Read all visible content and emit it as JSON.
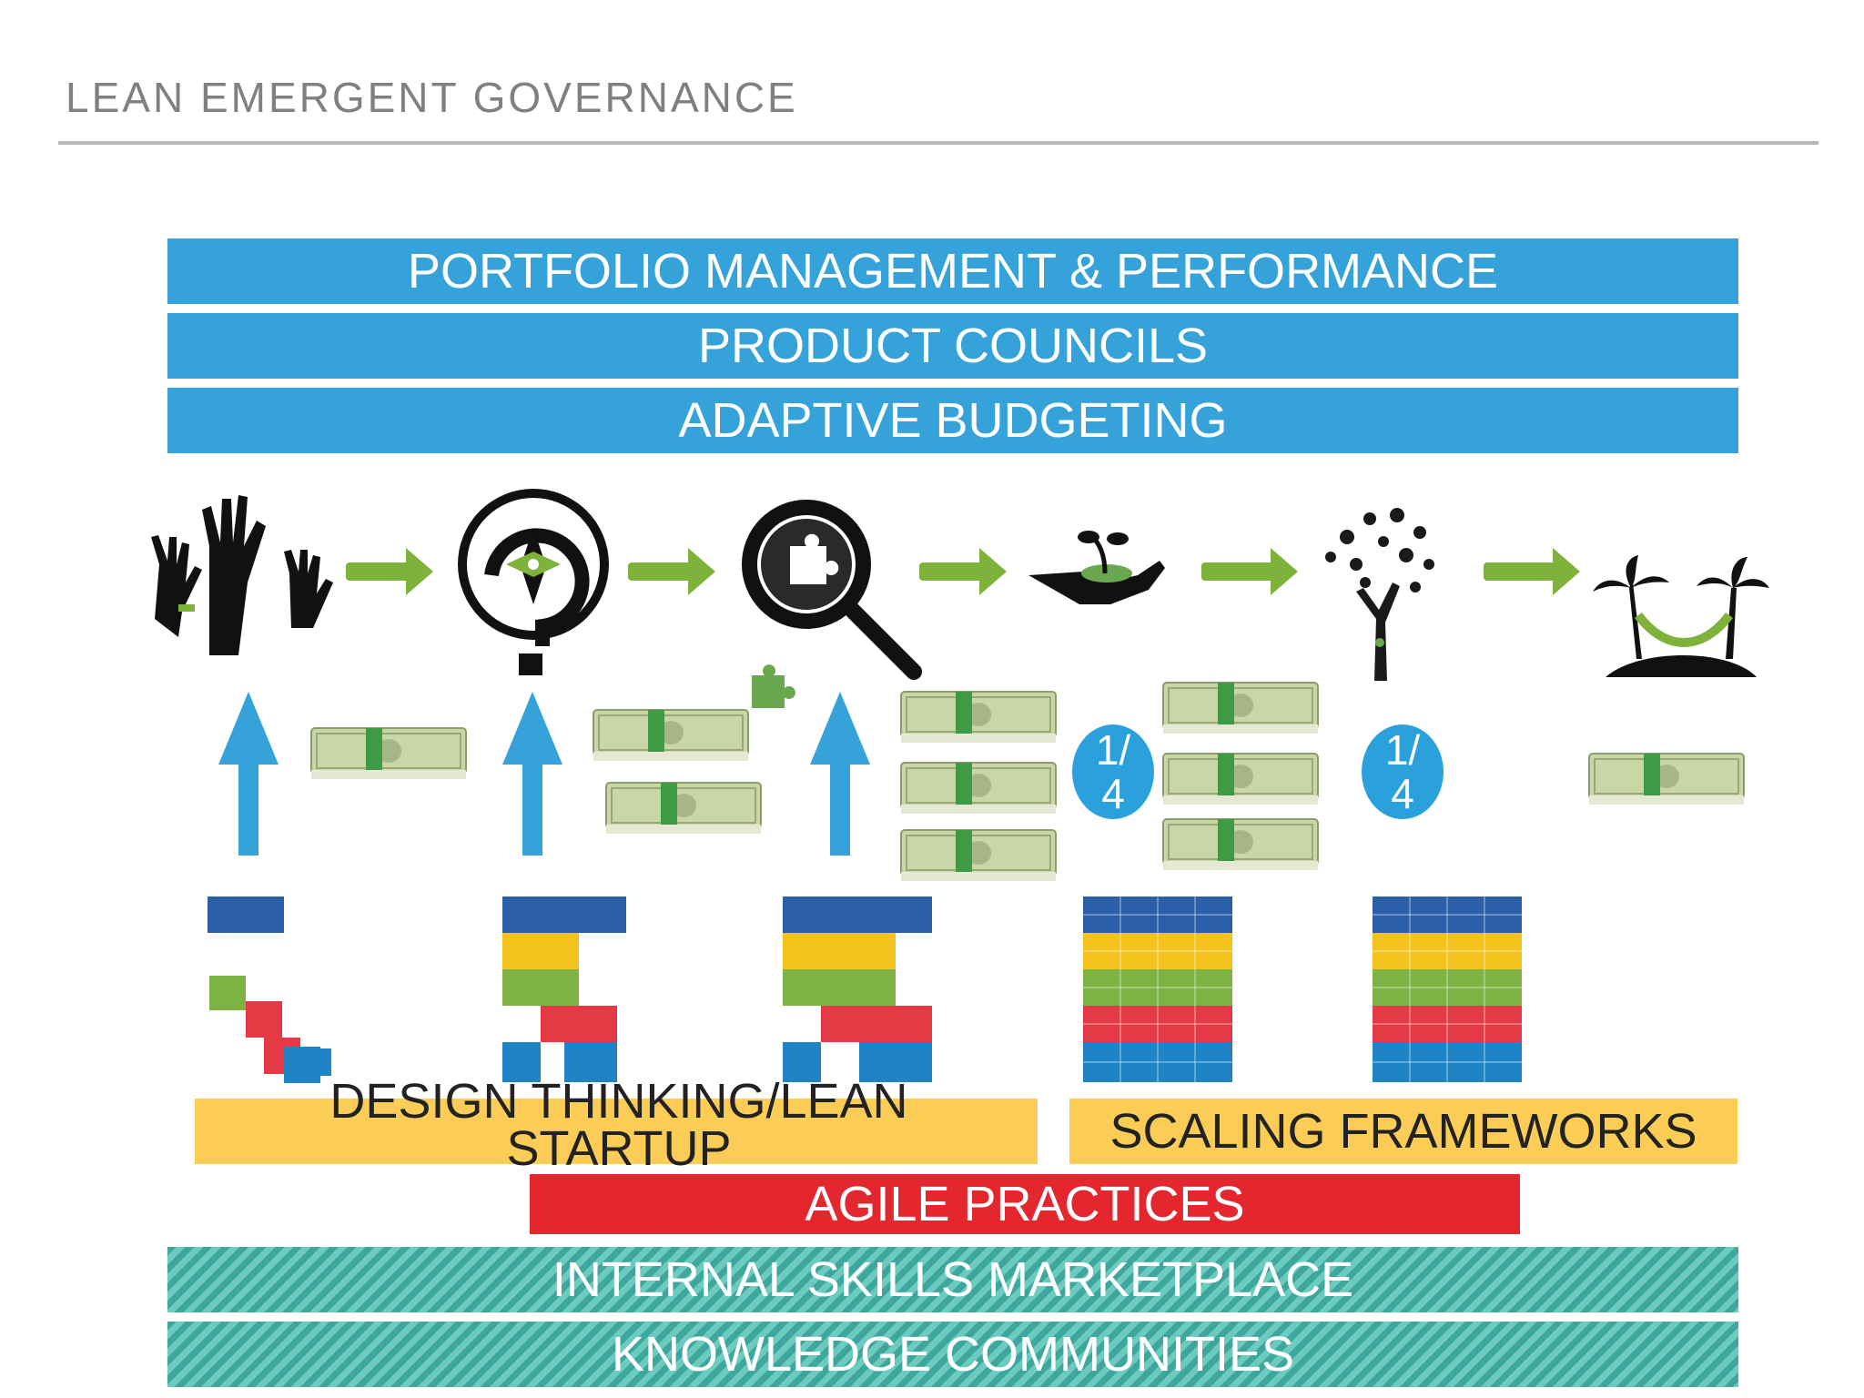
{
  "slide": {
    "title": "LEAN EMERGENT GOVERNANCE"
  },
  "top_bars": [
    {
      "label": "PORTFOLIO MANAGEMENT & PERFORMANCE"
    },
    {
      "label": "PRODUCT COUNCILS"
    },
    {
      "label": "ADAPTIVE BUDGETING"
    }
  ],
  "stages": [
    {
      "icon": "raised-hands-icon"
    },
    {
      "icon": "compass-question-icon"
    },
    {
      "icon": "magnifier-puzzle-icon"
    },
    {
      "icon": "seedling-hand-icon"
    },
    {
      "icon": "tree-icon"
    },
    {
      "icon": "island-hammock-icon"
    }
  ],
  "fraction_badges": [
    {
      "line1": "1/",
      "line2": "4"
    },
    {
      "line1": "1/",
      "line2": "4"
    }
  ],
  "practice_bars": {
    "design_thinking": "DESIGN THINKING/LEAN STARTUP",
    "scaling_frameworks": "SCALING FRAMEWORKS",
    "agile_practices": "AGILE PRACTICES"
  },
  "bottom_bars": [
    {
      "label": "INTERNAL SKILLS MARKETPLACE"
    },
    {
      "label": "KNOWLEDGE COMMUNITIES"
    }
  ],
  "colors": {
    "blue": "#35a3d9",
    "yellow": "#fccd56",
    "red": "#e4262f",
    "teal": "#3ea79d",
    "arrow_green": "#7fb23a",
    "money_green": "#c9d6a6"
  }
}
